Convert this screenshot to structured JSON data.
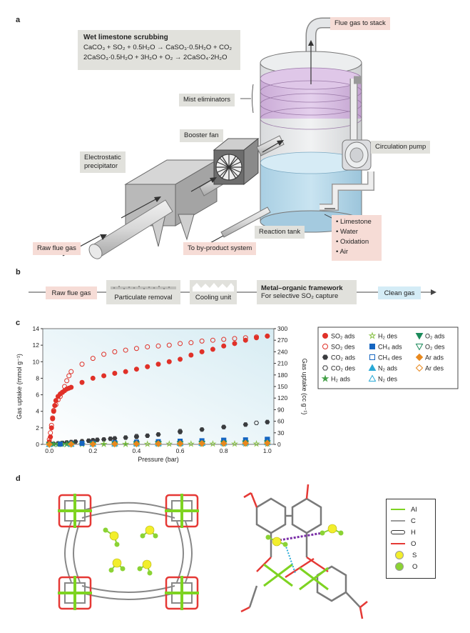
{
  "panels": {
    "a": "a",
    "b": "b",
    "c": "c",
    "d": "d"
  },
  "a": {
    "equation_title": "Wet limestone scrubbing",
    "equation_1": "CaCO₃ + SO₂ + 0.5H₂O → CaSO₃·0.5H₂O + CO₂",
    "equation_2": "2CaSO₃·0.5H₂O + 3H₂O + O₂ → 2CaSO₄·2H₂O",
    "flue_gas_to_stack": "Flue gas to stack",
    "mist_eliminators": "Mist eliminators",
    "booster_fan": "Booster fan",
    "circulation_pump": "Circulation pump",
    "electrostatic_precipitator": "Electrostatic\nprecipitator",
    "reaction_tank": "Reaction tank",
    "raw_flue_gas": "Raw flue gas",
    "to_byproduct": "To by-product system",
    "inputs": [
      "Limestone",
      "Water",
      "Oxidation",
      "Air"
    ]
  },
  "b": {
    "raw_flue_gas": "Raw flue gas",
    "particulate_removal": "Particulate removal",
    "cooling_unit": "Cooling unit",
    "mof_title": "Metal–organic framework",
    "mof_sub": "For selective SO₂ capture",
    "clean_gas": "Clean gas"
  },
  "chart_data": {
    "type": "scatter",
    "xlabel": "Pressure (bar)",
    "ylabel_left": "Gas uptake (mmol g⁻¹)",
    "ylabel_right": "Gas uptake (cc g⁻¹)",
    "xlim": [
      -0.03,
      1.03
    ],
    "ylim_left": [
      0,
      14
    ],
    "ylim_right": [
      0,
      300
    ],
    "x_ticks": [
      "0.0",
      "0.2",
      "0.4",
      "0.6",
      "0.8",
      "1.0"
    ],
    "y_ticks_left": [
      "0",
      "2",
      "4",
      "6",
      "8",
      "10",
      "12",
      "14"
    ],
    "y_ticks_right": [
      "0",
      "30",
      "60",
      "90",
      "120",
      "150",
      "180",
      "210",
      "240",
      "270",
      "300"
    ],
    "series": [
      {
        "name": "SO₂ ads",
        "color": "#e03128",
        "marker": "circle",
        "filled": true,
        "x": [
          0.0,
          0.005,
          0.01,
          0.015,
          0.02,
          0.025,
          0.03,
          0.04,
          0.05,
          0.06,
          0.07,
          0.08,
          0.09,
          0.1,
          0.15,
          0.2,
          0.25,
          0.3,
          0.35,
          0.4,
          0.45,
          0.5,
          0.55,
          0.6,
          0.65,
          0.7,
          0.75,
          0.8,
          0.85,
          0.9,
          0.95,
          1.0
        ],
        "y": [
          0.3,
          0.9,
          2.0,
          3.1,
          4.0,
          4.7,
          5.3,
          5.8,
          6.1,
          6.3,
          6.5,
          6.7,
          6.8,
          6.9,
          7.5,
          8.0,
          8.3,
          8.6,
          8.8,
          9.1,
          9.4,
          9.7,
          10.0,
          10.3,
          10.8,
          11.2,
          11.5,
          11.9,
          12.2,
          12.6,
          12.9,
          13.1
        ]
      },
      {
        "name": "SO₂ des",
        "color": "#e03128",
        "marker": "circle",
        "filled": false,
        "x": [
          0.0,
          0.005,
          0.01,
          0.015,
          0.02,
          0.03,
          0.04,
          0.05,
          0.06,
          0.07,
          0.08,
          0.09,
          0.1,
          0.15,
          0.2,
          0.25,
          0.3,
          0.35,
          0.4,
          0.45,
          0.5,
          0.55,
          0.6,
          0.65,
          0.7,
          0.75,
          0.8,
          0.85,
          0.9,
          0.95,
          1.0
        ],
        "y": [
          0.6,
          1.4,
          2.3,
          3.2,
          4.1,
          4.8,
          5.4,
          5.8,
          6.3,
          7.0,
          7.7,
          8.3,
          8.8,
          9.7,
          10.4,
          10.9,
          11.2,
          11.4,
          11.6,
          11.8,
          11.9,
          12.0,
          12.2,
          12.3,
          12.5,
          12.6,
          12.7,
          12.8,
          12.9,
          13.0,
          13.1
        ]
      },
      {
        "name": "CO₂ ads",
        "color": "#3a3c3f",
        "marker": "hexagon",
        "filled": true,
        "x": [
          0.0,
          0.02,
          0.04,
          0.06,
          0.08,
          0.1,
          0.12,
          0.15,
          0.18,
          0.2,
          0.22,
          0.25,
          0.28,
          0.3,
          0.35,
          0.4,
          0.45,
          0.5,
          0.6,
          0.7,
          0.8,
          0.9,
          1.0
        ],
        "y": [
          0.0,
          0.06,
          0.12,
          0.18,
          0.23,
          0.28,
          0.33,
          0.38,
          0.44,
          0.5,
          0.55,
          0.6,
          0.68,
          0.73,
          0.82,
          0.9,
          1.05,
          1.2,
          1.5,
          1.8,
          2.1,
          2.4,
          2.7
        ]
      },
      {
        "name": "CO₂ des",
        "color": "#3a3c3f",
        "marker": "hexagon",
        "filled": false,
        "x": [
          0.4,
          0.6,
          0.8,
          0.95
        ],
        "y": [
          1.0,
          1.6,
          2.1,
          2.6
        ]
      },
      {
        "name": "H₂ ads",
        "color": "#43a047",
        "marker": "star",
        "filled": true,
        "x": [
          0.0,
          0.02,
          0.04,
          0.06,
          0.08,
          0.1,
          0.15,
          0.2,
          0.25,
          0.3,
          0.35,
          0.4,
          0.5,
          0.6,
          0.7,
          0.8,
          0.9,
          1.0
        ],
        "y": [
          0.01,
          0.01,
          0.01,
          0.02,
          0.02,
          0.02,
          0.02,
          0.03,
          0.03,
          0.03,
          0.03,
          0.04,
          0.04,
          0.05,
          0.05,
          0.06,
          0.06,
          0.07
        ]
      },
      {
        "name": "H₂ des",
        "color": "#8bc34a",
        "marker": "star",
        "filled": false,
        "x": [
          0.05,
          0.15,
          0.25,
          0.35,
          0.45,
          0.55,
          0.65,
          0.75,
          0.85,
          0.95
        ],
        "y": [
          0.02,
          0.03,
          0.03,
          0.04,
          0.04,
          0.05,
          0.05,
          0.06,
          0.06,
          0.07
        ]
      },
      {
        "name": "CH₄ ads",
        "color": "#1565c0",
        "marker": "square",
        "filled": true,
        "x": [
          0.0,
          0.05,
          0.1,
          0.15,
          0.2,
          0.3,
          0.4,
          0.5,
          0.6,
          0.7,
          0.8,
          0.9,
          1.0
        ],
        "y": [
          0.0,
          0.04,
          0.08,
          0.12,
          0.15,
          0.21,
          0.27,
          0.33,
          0.38,
          0.44,
          0.5,
          0.55,
          0.6
        ]
      },
      {
        "name": "CH₄ des",
        "color": "#1565c0",
        "marker": "square",
        "filled": false,
        "x": [
          0.4,
          0.6,
          0.8,
          1.0
        ],
        "y": [
          0.25,
          0.38,
          0.5,
          0.62
        ]
      },
      {
        "name": "N₂ ads",
        "color": "#29a9d6",
        "marker": "triangle",
        "filled": true,
        "x": [
          0.0,
          0.1,
          0.2,
          0.3,
          0.4,
          0.5,
          0.6,
          0.7,
          0.8,
          0.9,
          1.0
        ],
        "y": [
          0.0,
          0.02,
          0.04,
          0.06,
          0.08,
          0.1,
          0.12,
          0.14,
          0.16,
          0.18,
          0.2
        ]
      },
      {
        "name": "N₂ des",
        "color": "#29a9d6",
        "marker": "triangle",
        "filled": false,
        "x": [
          0.5,
          0.7,
          0.9
        ],
        "y": [
          0.1,
          0.14,
          0.18
        ]
      },
      {
        "name": "O₂ ads",
        "color": "#1b8a5a",
        "marker": "triangle-down",
        "filled": true,
        "x": [
          0.0,
          0.1,
          0.2,
          0.3,
          0.4,
          0.5,
          0.6,
          0.7,
          0.8,
          0.9,
          1.0
        ],
        "y": [
          0.0,
          0.02,
          0.04,
          0.05,
          0.07,
          0.09,
          0.1,
          0.12,
          0.14,
          0.15,
          0.17
        ]
      },
      {
        "name": "O₂ des",
        "color": "#1b8a5a",
        "marker": "triangle-down",
        "filled": false,
        "x": [
          0.5,
          0.7,
          0.9
        ],
        "y": [
          0.09,
          0.12,
          0.15
        ]
      },
      {
        "name": "Ar ads",
        "color": "#e8891e",
        "marker": "diamond",
        "filled": true,
        "x": [
          0.0,
          0.1,
          0.2,
          0.3,
          0.4,
          0.5,
          0.6,
          0.7,
          0.8,
          0.9,
          1.0
        ],
        "y": [
          0.0,
          0.02,
          0.03,
          0.05,
          0.06,
          0.08,
          0.09,
          0.11,
          0.12,
          0.14,
          0.15
        ]
      },
      {
        "name": "Ar des",
        "color": "#e8891e",
        "marker": "diamond",
        "filled": false,
        "x": [
          0.5,
          0.7,
          0.9
        ],
        "y": [
          0.08,
          0.11,
          0.14
        ]
      }
    ]
  },
  "d": {
    "legend": [
      {
        "label": "Al",
        "kind": "line",
        "color": "#7ed321"
      },
      {
        "label": "C",
        "kind": "line",
        "color": "#9a9a9a"
      },
      {
        "label": "H",
        "kind": "line-outline",
        "color": "#ffffff"
      },
      {
        "label": "O",
        "kind": "line",
        "color": "#e53935"
      },
      {
        "label": "S",
        "kind": "ball",
        "color": "#f2ee2c"
      },
      {
        "label": "O",
        "kind": "ball",
        "color": "#8bd334"
      }
    ]
  }
}
